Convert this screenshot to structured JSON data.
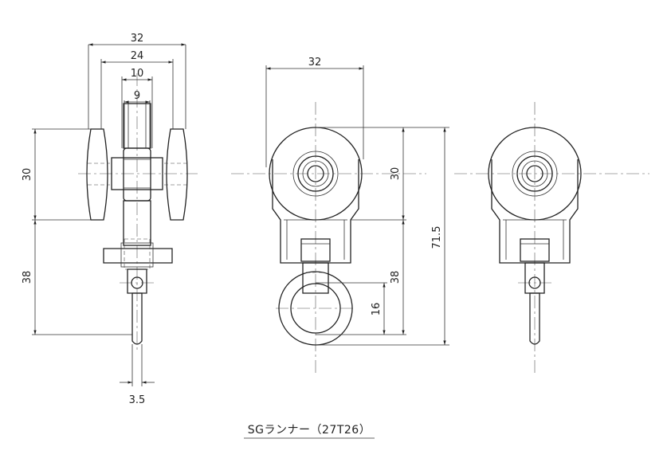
{
  "dimensions": {
    "left_width_32": "32",
    "left_width_24": "24",
    "left_width_10": "10",
    "left_width_9": "9",
    "left_height_30": "30",
    "left_height_38": "38",
    "left_pin_3_5": "3.5",
    "front_width_32": "32",
    "front_height_30": "30",
    "front_height_38": "38",
    "front_height_16": "16",
    "front_total_71_5": "71.5"
  },
  "title": "SGランナー（27T26）"
}
